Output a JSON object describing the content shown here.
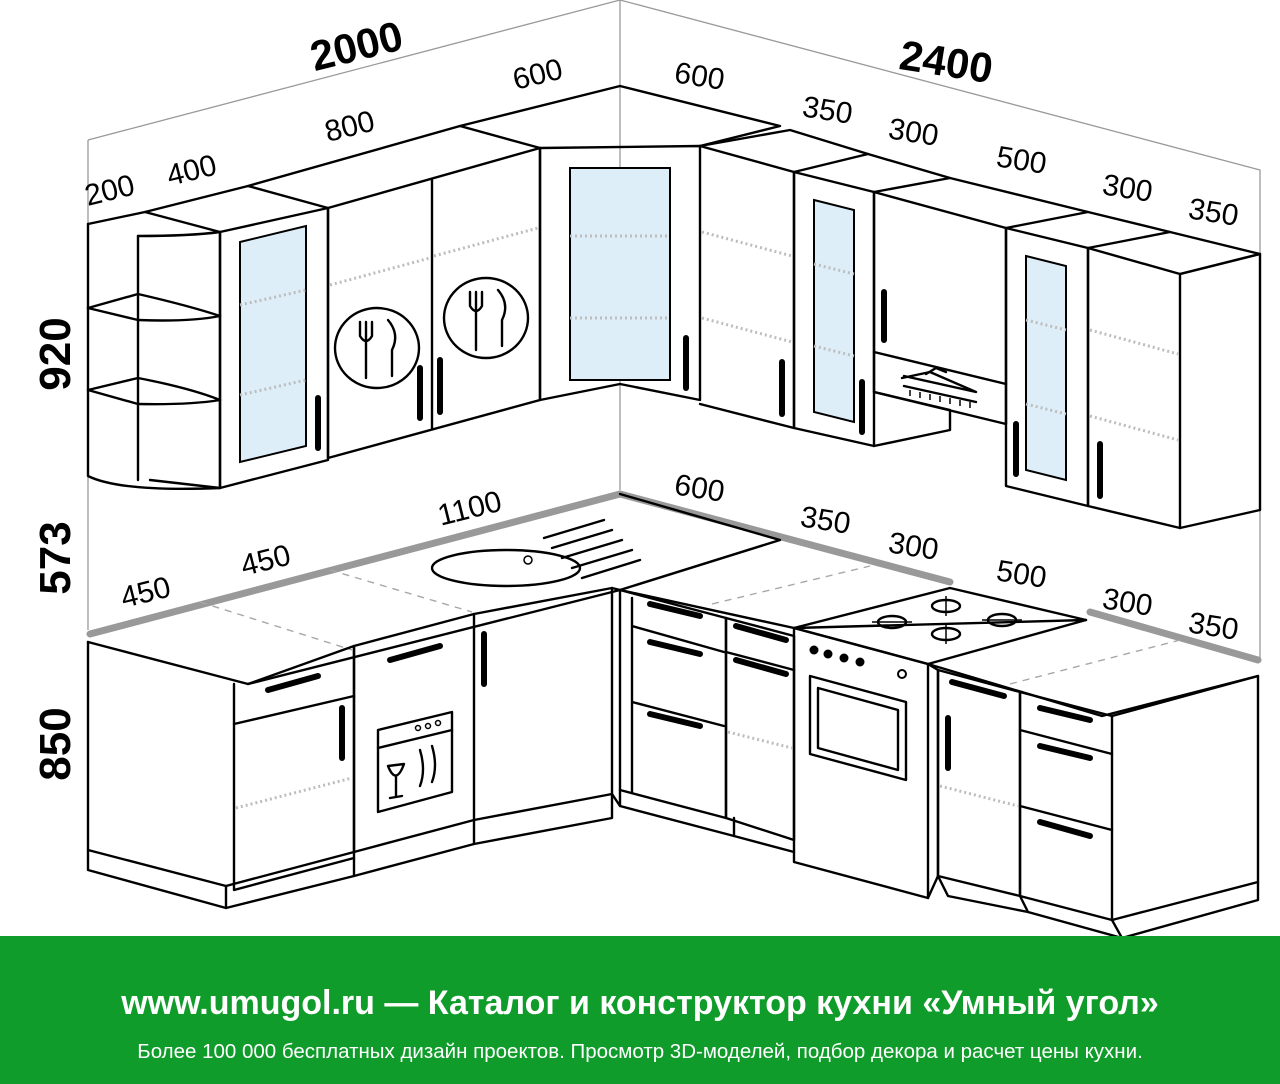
{
  "dimensions": {
    "top_left_total": "2000",
    "top_right_total": "2400",
    "upper_left": [
      "200",
      "400",
      "800"
    ],
    "upper_corner_left": "600",
    "upper_corner_right": "600",
    "upper_right": [
      "350",
      "300",
      "500",
      "300",
      "350"
    ],
    "height_upper": "920",
    "height_gap": "573",
    "height_lower": "850",
    "lower_left": [
      "450",
      "450",
      "1100"
    ],
    "lower_right": [
      "600",
      "350",
      "300",
      "500",
      "300",
      "350"
    ]
  },
  "footer": {
    "headline": "www.umugol.ru — Каталог и конструктор кухни «Умный угол»",
    "subline": "Более 100 000 бесплатных дизайн проектов. Просмотр 3D-моделей, подбор декора и расчет цены кухни."
  },
  "colors": {
    "footer_bg": "#109c2a",
    "glass": "#ddeef8",
    "worktop_edge": "#999999"
  }
}
